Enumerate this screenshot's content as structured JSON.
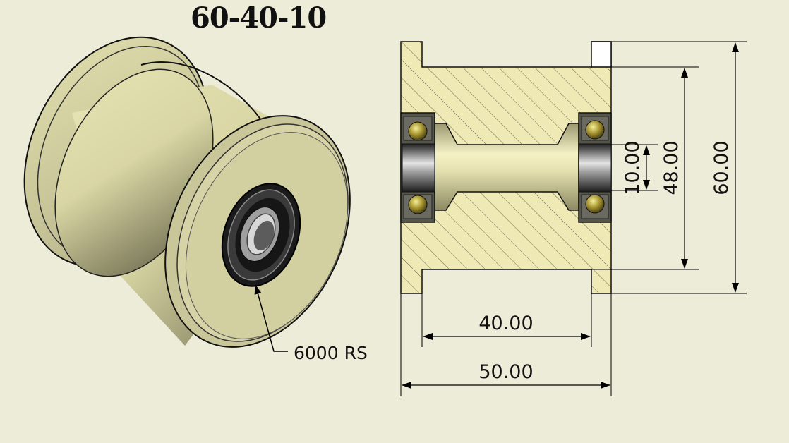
{
  "drawing": {
    "title": "60-40-10",
    "bearing_label": "6000 RS"
  },
  "dimensions": {
    "outer_diameter": "60.00",
    "inner_diameter": "48.00",
    "bore": "10.00",
    "inner_width": "40.00",
    "overall_width": "50.00"
  },
  "colors": {
    "background": "#edecd9",
    "part": "#dedcaa",
    "part_shadow": "#6b6a4f",
    "steel": "#4a4a4a",
    "ball": "#b7a632"
  }
}
